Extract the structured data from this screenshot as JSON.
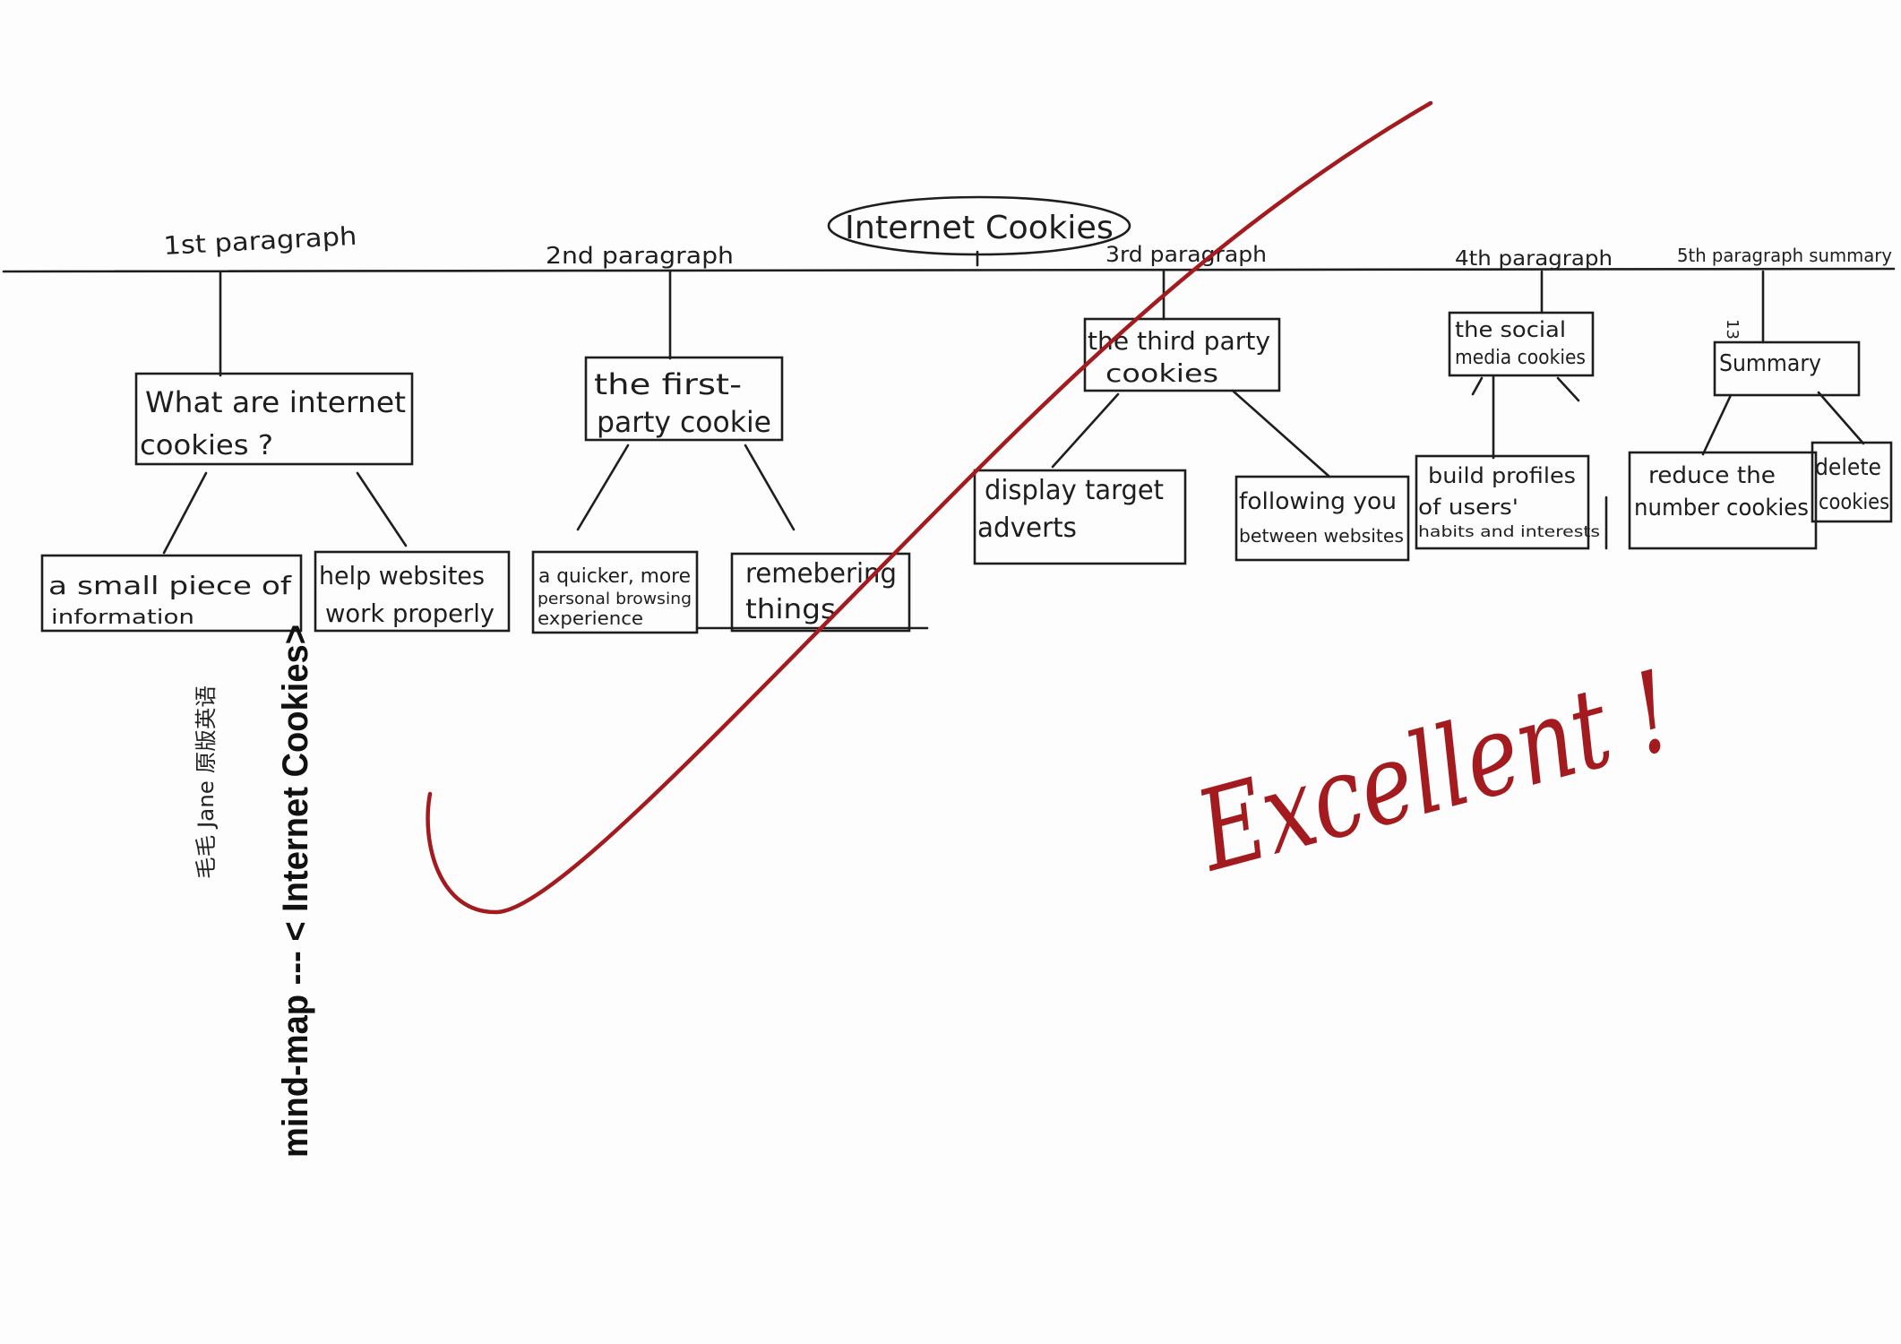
{
  "title": "Internet Cookies",
  "paragraphs": [
    {
      "label": "1st paragraph",
      "topic": {
        "lines": [
          "What are internet",
          "cookies ?"
        ]
      },
      "details": [
        {
          "lines": [
            "a small piece of",
            "information"
          ]
        },
        {
          "lines": [
            "help websites",
            "work properly"
          ]
        }
      ]
    },
    {
      "label": "2nd paragraph",
      "topic": {
        "lines": [
          "the first-",
          "party cookie"
        ]
      },
      "details": [
        {
          "lines": [
            "a quicker, more",
            "personal browsing",
            "experience"
          ]
        },
        {
          "lines": [
            "remebering",
            "things"
          ]
        }
      ]
    },
    {
      "label": "3rd paragraph",
      "topic": {
        "lines": [
          "the third party",
          "cookies"
        ]
      },
      "details": [
        {
          "lines": [
            "display target",
            "adverts"
          ]
        },
        {
          "lines": [
            "following you",
            "between websites"
          ]
        }
      ]
    },
    {
      "label": "4th paragraph",
      "topic": {
        "lines": [
          "the social",
          "media cookies"
        ]
      },
      "details": [
        {
          "lines": [
            "build profiles",
            "of users'",
            "habits and interests"
          ]
        }
      ]
    },
    {
      "label": "5th paragraph summary",
      "topic": {
        "lines": [
          "Summary"
        ]
      },
      "details": [
        {
          "lines": [
            "reduce the",
            "number cookies"
          ]
        },
        {
          "lines": [
            "delete",
            "cookies"
          ]
        }
      ]
    }
  ],
  "margin_note": "13",
  "grade_mark": {
    "text": "Excellent !",
    "icon": "check-mark-icon"
  },
  "side_caption": "mind-map --- < Internet Cookies>",
  "watermark": "毛毛 Jane 原版英语",
  "colors": {
    "ink": "#1e1e1e",
    "grade": "#a31b1f",
    "background": "#fdfdfd"
  }
}
